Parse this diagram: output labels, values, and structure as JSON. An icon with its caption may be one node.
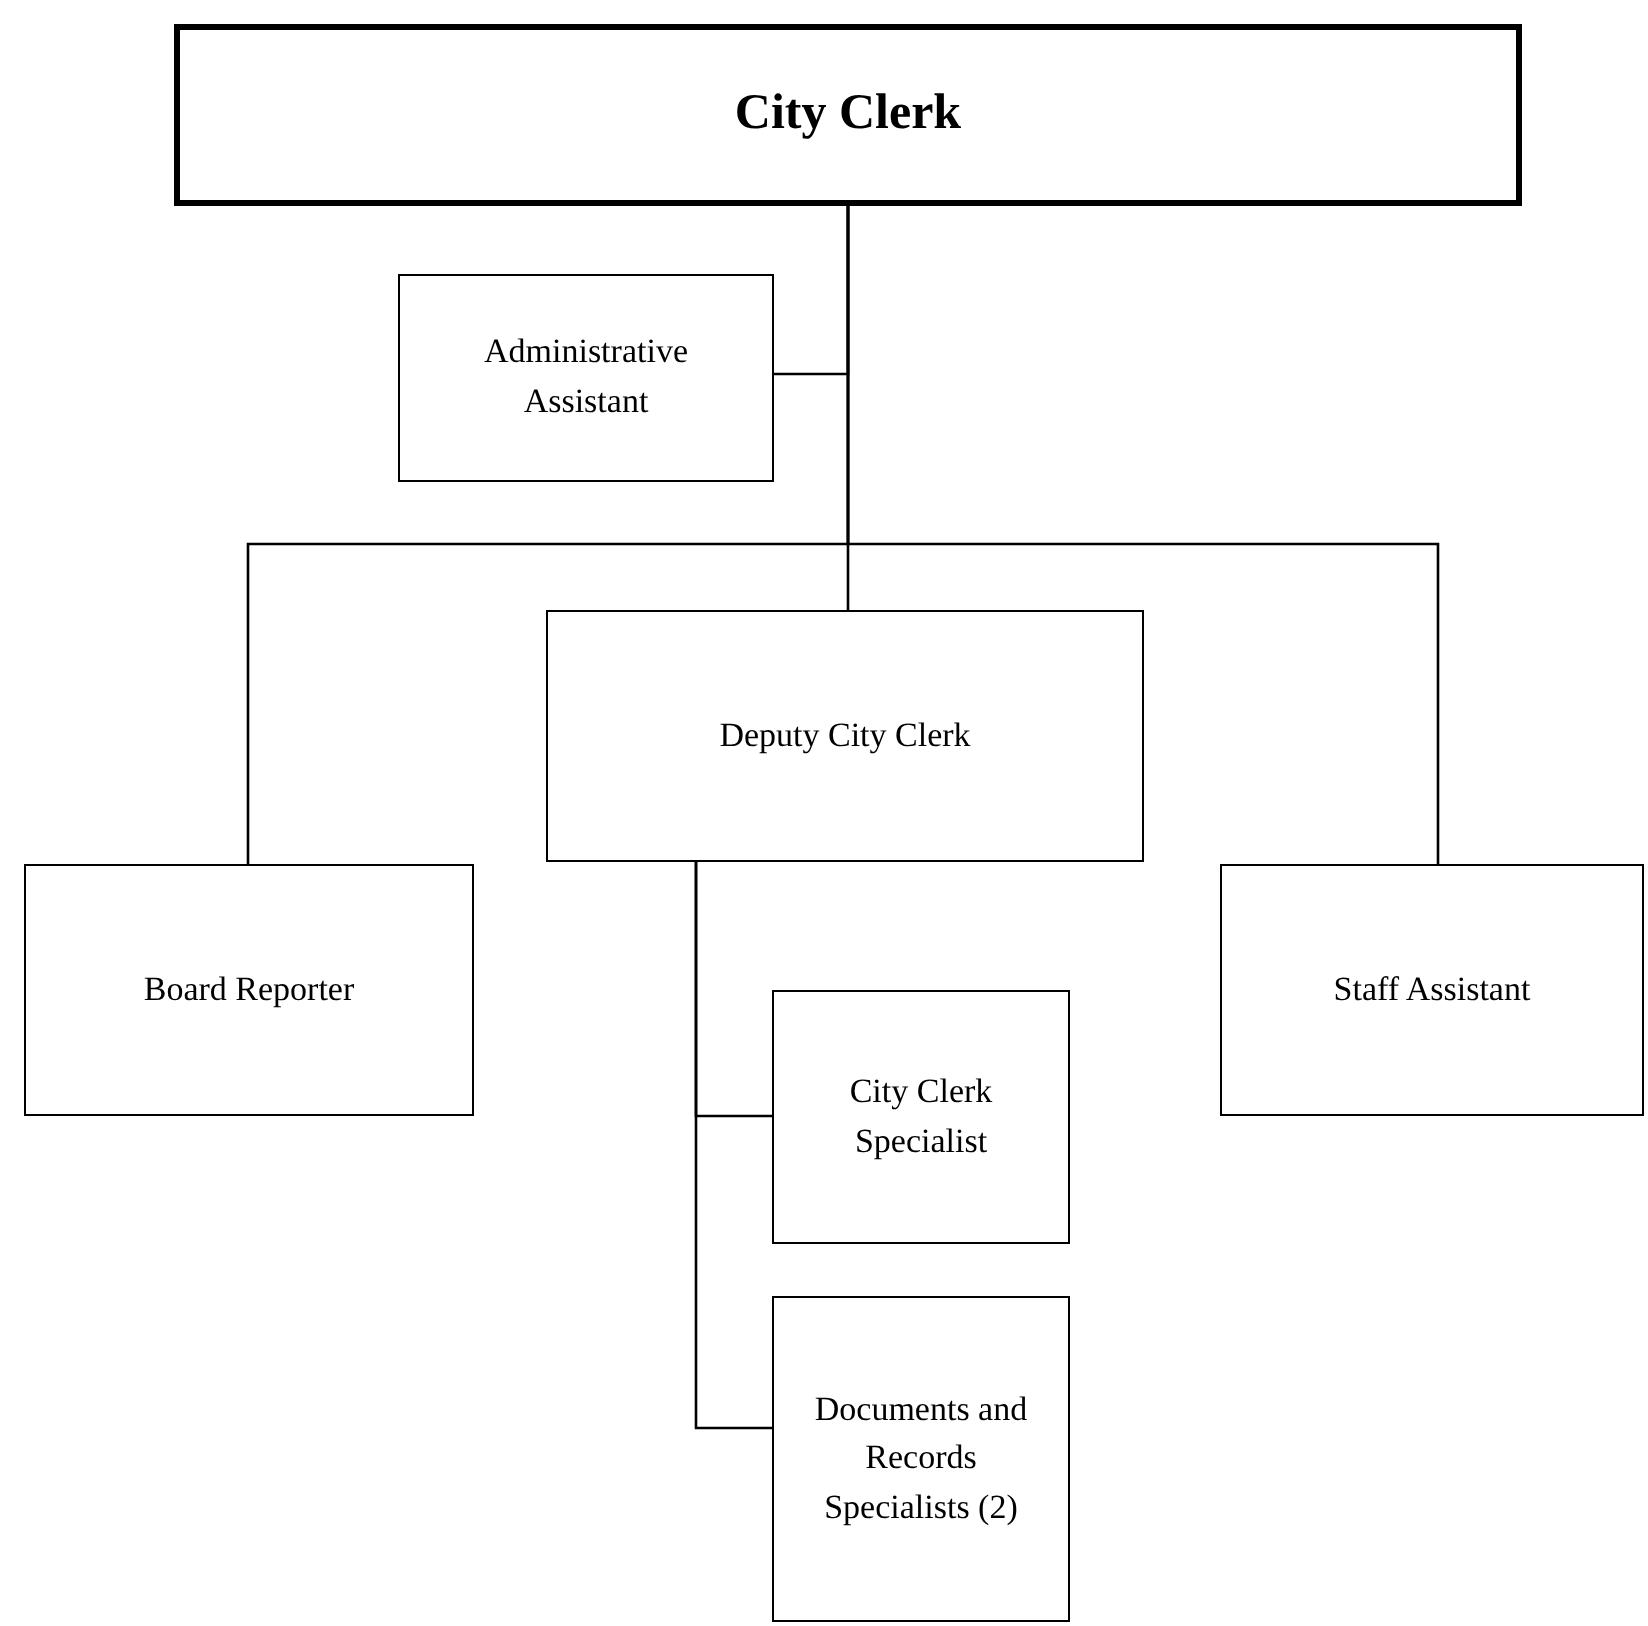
{
  "diagram": {
    "nodes": [
      {
        "text": [
          "City Clerk"
        ]
      },
      {
        "text": [
          "Administrative Assistant"
        ]
      },
      {
        "text": [
          "Deputy City Clerk"
        ]
      },
      {
        "text": [
          "Board Reporter"
        ]
      },
      {
        "text": [
          "Staff Assistant"
        ]
      },
      {
        "text": [
          "City Clerk Specialist"
        ]
      },
      {
        "text": [
          "Documents and Records Specialists (2)"
        ]
      }
    ],
    "edges": [
      {
        "from": 0,
        "to": 1,
        "arrow": "none"
      },
      {
        "from": 0,
        "to": 2,
        "arrow": "none"
      },
      {
        "from": 0,
        "to": 3,
        "arrow": "none"
      },
      {
        "from": 0,
        "to": 4,
        "arrow": "none"
      },
      {
        "from": 2,
        "to": 5,
        "arrow": "none"
      },
      {
        "from": 2,
        "to": 6,
        "arrow": "none"
      }
    ]
  }
}
